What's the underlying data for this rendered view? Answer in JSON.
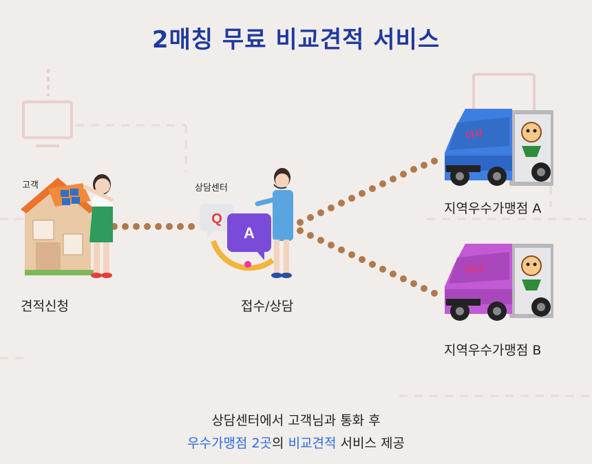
{
  "title": "2매칭 무료 비교견적 서비스",
  "labels": {
    "customer": "고객",
    "consult_center": "상담센터",
    "step_request": "견적신청",
    "step_consult": "접수/상담",
    "store_a": "지역우수가맹점 A",
    "store_b": "지역우수가맹점 B"
  },
  "bubbles": {
    "q": "Q",
    "a": "A"
  },
  "truck_logo": "이사",
  "footer": {
    "line1": "상담센터에서 고객님과 통화 후",
    "line2_blue1": "우수가맹점 2곳",
    "line2_mid": "의 ",
    "line2_blue2": "비교견적",
    "line2_end": " 서비스 제공"
  },
  "colors": {
    "title": "#1f3a9e",
    "accent_blue": "#2a6be0",
    "dots": "#b07a4d",
    "truck_a": "#3d7fe0",
    "truck_b": "#c25ad6",
    "background": "#f1edeb"
  }
}
